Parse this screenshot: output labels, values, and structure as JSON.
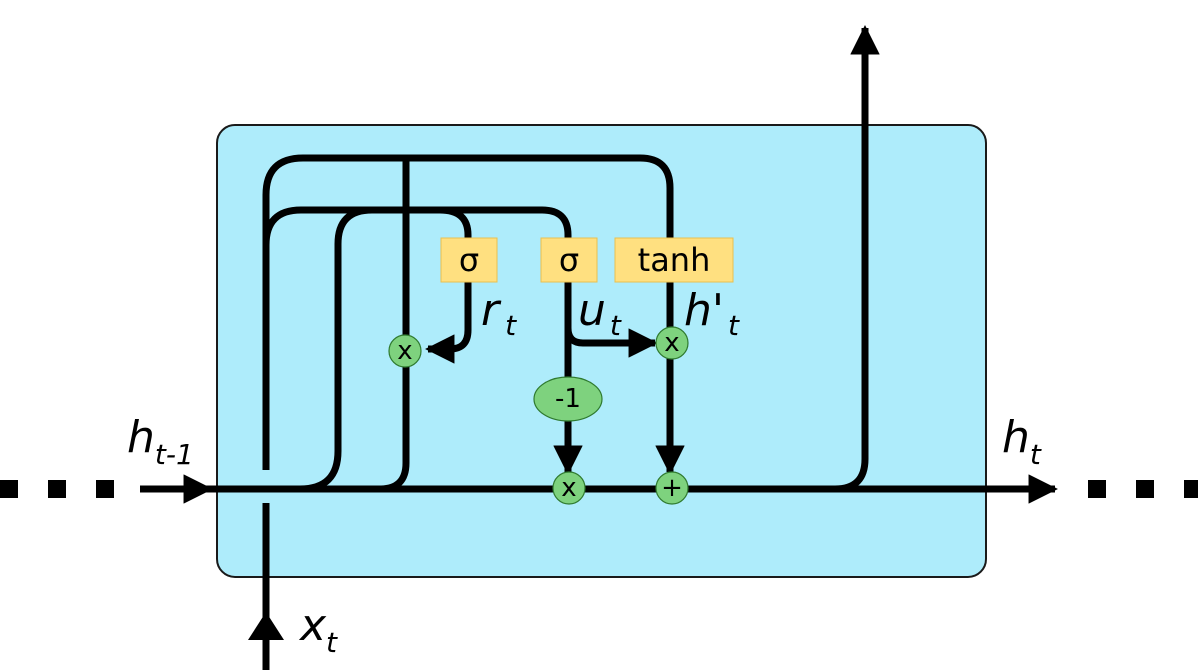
{
  "diagram": {
    "inputs": {
      "h_prev": {
        "main": "h",
        "sub": "t-1"
      },
      "x": {
        "main": "x",
        "sub": "t"
      }
    },
    "outputs": {
      "h": {
        "main": "h",
        "sub": "t"
      }
    },
    "gates": {
      "reset": {
        "op": "σ",
        "out_main": "r",
        "out_sub": "t"
      },
      "update": {
        "op": "σ",
        "out_main": "u",
        "out_sub": "t"
      },
      "candidate": {
        "op": "tanh",
        "out_main": "h'",
        "out_sub": "t"
      }
    },
    "operators": {
      "reset_multiply": "x",
      "one_minus": "-1",
      "keep_multiply": "x",
      "candidate_multiply": "x",
      "add": "+"
    },
    "colors": {
      "cell_fill": "#aeecfb",
      "cell_border": "#1a1a1a",
      "gate_fill": "#ffe080",
      "operator_fill": "#7ed27e",
      "wire": "#000000"
    }
  }
}
